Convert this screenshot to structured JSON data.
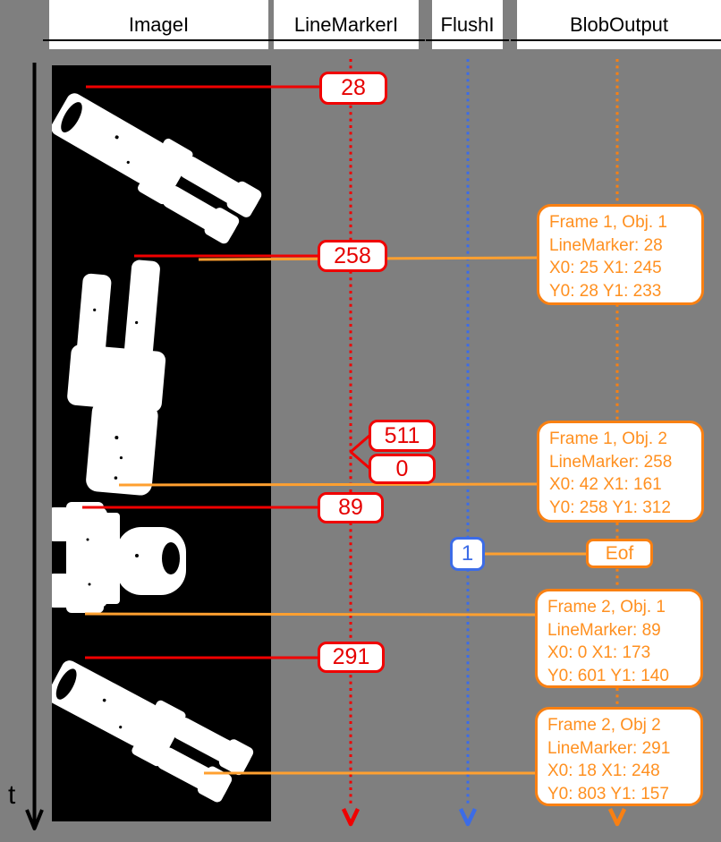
{
  "colors": {
    "background": "#7f7f7f",
    "red": "#f00000",
    "orange": "#ff9020",
    "orange_border": "#f98012",
    "blue": "#3c6ce7",
    "black": "#000000",
    "white": "#ffffff"
  },
  "header": {
    "columns": [
      {
        "label": "ImageI"
      },
      {
        "label": "LineMarkerI"
      },
      {
        "label": "FlushI"
      },
      {
        "label": "BlobOutput"
      }
    ]
  },
  "time_axis": {
    "label": "t"
  },
  "line_marker_tags": [
    {
      "value": "28"
    },
    {
      "value": "258"
    },
    {
      "value": "511"
    },
    {
      "value": "0"
    },
    {
      "value": "89"
    },
    {
      "value": "291"
    }
  ],
  "flush_tag": {
    "value": "1"
  },
  "blob_output": {
    "eof_label": "Eof",
    "boxes": [
      {
        "lines": [
          "Frame 1, Obj. 1",
          "LineMarker: 28",
          "X0: 25 X1: 245",
          "Y0: 28 Y1: 233"
        ]
      },
      {
        "lines": [
          "Frame 1, Obj. 2",
          "LineMarker: 258",
          "X0: 42 X1: 161",
          "Y0: 258 Y1: 312"
        ]
      },
      {
        "lines": [
          "Frame 2, Obj. 1",
          "LineMarker: 89",
          "X0: 0 X1: 173",
          "Y0: 601 Y1: 140"
        ]
      },
      {
        "lines": [
          "Frame 2, Obj 2",
          "LineMarker: 291",
          "X0: 18 X1: 248",
          "Y0: 803 Y1: 157"
        ]
      }
    ]
  },
  "icons": {
    "time_axis_arrow": "down-arrow",
    "linemarker_stream_arrow": "red-dotted-down-arrow",
    "flush_stream_arrow": "blue-dotted-down-arrow",
    "blob_stream_arrow": "orange-dotted-down-arrow"
  }
}
